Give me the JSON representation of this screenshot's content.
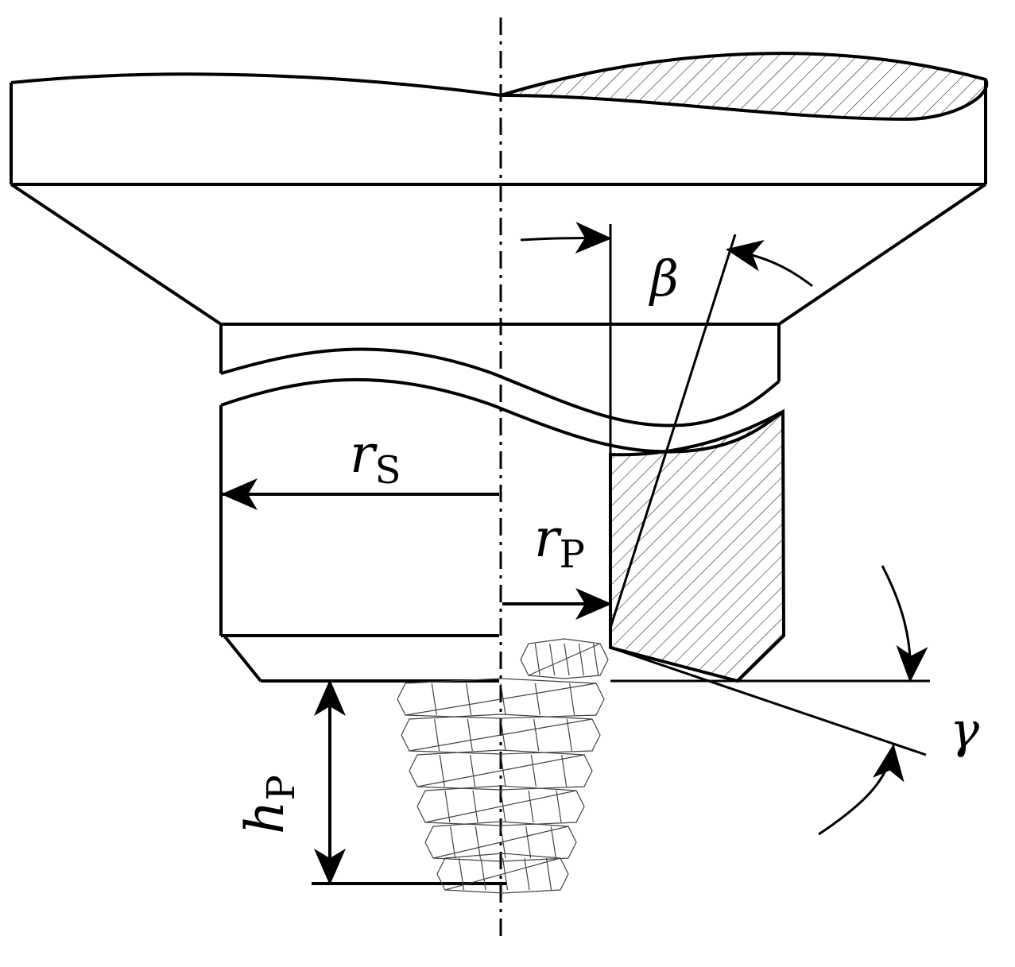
{
  "labels": {
    "beta": "β",
    "gamma": "γ",
    "r_s": {
      "symbol": "r",
      "subscript": "S"
    },
    "r_p": {
      "symbol": "r",
      "subscript": "P"
    },
    "h_p": {
      "symbol": "h",
      "subscript": "P"
    }
  },
  "colors": {
    "stroke": "#000000",
    "background": "#ffffff",
    "thread": "#444444"
  }
}
